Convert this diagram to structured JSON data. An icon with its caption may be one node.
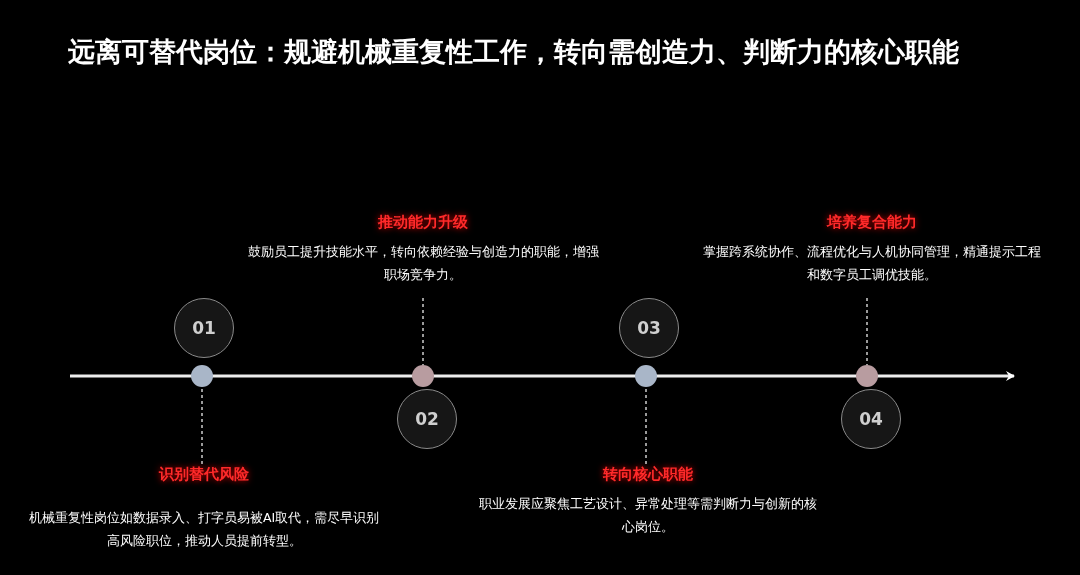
{
  "diagram": {
    "title": "远离可替代岗位：规避机械重复性工作，转向需创造力、判断力的核心职能",
    "nodes": [
      {
        "text": [
          "推动能力升级",
          "鼓励员工提升技能水平，转向依赖经验与创造力的职能，增强职场竞争力。"
        ]
      },
      {
        "text": [
          "培养复合能力",
          "掌握跨系统协作、流程优化与人机协同管理，精通提示工程和数字员工调优技能。"
        ]
      },
      {
        "text": [
          "01"
        ]
      },
      {
        "text": [
          "03"
        ]
      },
      {
        "text": [],
        "shape": "circle"
      },
      {
        "text": [],
        "shape": "circle"
      },
      {
        "text": [],
        "shape": "circle"
      },
      {
        "text": [],
        "shape": "circle"
      },
      {
        "text": [
          "02"
        ]
      },
      {
        "text": [
          "04"
        ]
      },
      {
        "text": [
          "识别替代风险",
          "机械重复性岗位如数据录入、打字员易被AI取代，需尽早识别高风险职位，推动人员提前转型。"
        ]
      },
      {
        "text": [
          "转向核心职能",
          "职业发展应聚焦工艺设计、异常处理等需判断力与创新的核心岗位。"
        ]
      }
    ],
    "edges": [
      {
        "from": 0,
        "to": 5,
        "arrow": "none",
        "style": "dashed"
      },
      {
        "from": 1,
        "to": 7,
        "arrow": "none",
        "style": "dashed"
      },
      {
        "from": 10,
        "to": 4,
        "arrow": "none",
        "style": "dashed"
      },
      {
        "from": 11,
        "to": 6,
        "arrow": "none",
        "style": "dashed"
      }
    ]
  }
}
